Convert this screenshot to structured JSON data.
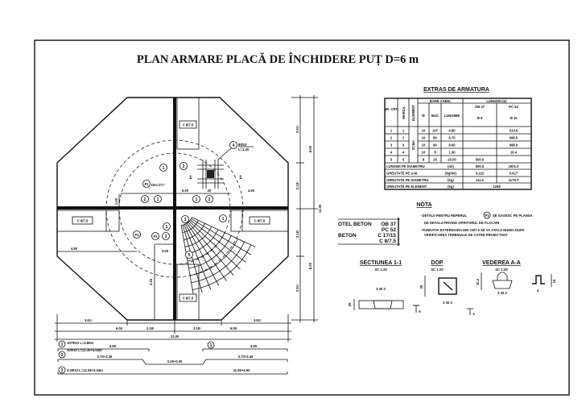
{
  "title": "PLAN ARMARE PLACĂ DE ÎNCHIDERE PUȚ D=6 m",
  "extras": {
    "heading": "EXTRAS DE ARMATURA",
    "headers": {
      "nr_crt": "NR. CRT.",
      "marca": "MARCA",
      "element": "ELEMENT",
      "bare_asem": "BARE ASEM.",
      "diam": "Φ",
      "buc": "BUC",
      "lungime": "LUNGIME",
      "lungimi": "LUNGIMI (m)",
      "ob37": "OB 37",
      "pc52": "PC 52",
      "ob37_d": "Φ 8",
      "pc52_d": "Φ 10"
    },
    "element_value": "D=6m",
    "rows": [
      {
        "nr": "1",
        "marca": "1",
        "diam": "10",
        "buc": "107",
        "lungime": "4.80",
        "ob37": "",
        "pc52": "513.6"
      },
      {
        "nr": "2",
        "marca": "2",
        "diam": "10",
        "buc": "80",
        "lungime": "8.70",
        "ob37": "",
        "pc52": "696.0"
      },
      {
        "nr": "3",
        "marca": "3",
        "diam": "10",
        "buc": "80",
        "lungime": "8.60",
        "ob37": "",
        "pc52": "688.0"
      },
      {
        "nr": "4",
        "marca": "4",
        "diam": "10",
        "buc": "8",
        "lungime": "1.30",
        "ob37": "",
        "pc52": "10.4"
      },
      {
        "nr": "5",
        "marca": "5",
        "diam": "8",
        "buc": "25",
        "lungime": "20.00",
        "ob37": "500.0",
        "pc52": ""
      }
    ],
    "totals": [
      {
        "label": "LUNGIMI PE DIAMETRU",
        "unit": "(ml)",
        "ob37": "500.0",
        "pc52": "1901.0"
      },
      {
        "label": "GREUTATE PE U.M.",
        "unit": "(kg/ml)",
        "ob37": "0.222",
        "pc52": "0.617"
      },
      {
        "label": "GREUTATE PE DIAMETRU",
        "unit": "(kg)",
        "ob37": "111.0",
        "pc52": "1176.7"
      },
      {
        "label": "GREUTATE PE ELEMENT",
        "unit": "(kg)",
        "total": "1288"
      }
    ]
  },
  "materials": {
    "otel_label": "OTEL BETON",
    "otel_1": "OB 37",
    "otel_2": "PC 52",
    "beton_label": "BETON",
    "beton_1": "C 17/15",
    "beton_2": "C 8/7.5"
  },
  "nota": {
    "heading": "NOTA",
    "line1a": "- DETALII PENTRU REPERUL",
    "line1_ref": "P1",
    "line1b": "SE GASESC PE PLANSA",
    "line2": "DE DETALII PRIVIND OPRITORUL DE FLACARI",
    "line3": "- FUNDATIA EXTERIOARA DIN C8/7.5 SE VA ATACA NUMAI DUPA",
    "line4": "VERIFICAREA TERENULUI DE CATRE PROIECTANT"
  },
  "sections": {
    "s1_title": "SECTIUNEA 1-1",
    "s1_scale": "SC 1:20",
    "s1_dims": "3  30  2",
    "s1_height": "25",
    "dop_title": "DOP",
    "dop_scale": "SC 1:20",
    "dop_dims": "3  30  2",
    "dop_height": "35",
    "va_title": "VEDEREA A-A",
    "va_scale": "SC 1:20",
    "va_dims": "3  30  2",
    "va_height": "10.2",
    "va_detail": "4",
    "va_h2": "15",
    "section_mark": "A"
  },
  "plan": {
    "beton_block": "C 8/7.5",
    "markers": [
      "1",
      "2",
      "P1",
      "2",
      "1",
      "1",
      "2",
      "3",
      "1",
      "2",
      "P1",
      "P1",
      "1",
      "5",
      "4"
    ],
    "p1_note": "Dm=2½\"",
    "bar4_note": "8Φ10",
    "bar4_len": "L=1.30",
    "dim_600": "6.00",
    "dim_490a": "4.90",
    "dim_20": "20",
    "dim_490b": "4.90",
    "dim_300": "3.00",
    "dim_325": "3.25",
    "dim_100": "1.00",
    "section_mark": "1",
    "right_dims": [
      "3.91⁵",
      "6.00",
      "2.18⁵",
      "12.00",
      "2.18⁵",
      "6.00",
      "3.91⁵"
    ],
    "bottom_dims": [
      "3.91⁵",
      "2.18⁵",
      "2.18⁵",
      "3.91⁵",
      "6.00",
      "6.00",
      "12.00"
    ]
  },
  "bars": {
    "b1_label": "107Φ10  L=4.80m",
    "b1_left": "4.50",
    "b1_right": "4.50",
    "b2_label": "10Φ10  L=12.30+5.04m",
    "b2_left": "3.70+2.45",
    "b2_mid": "3.29+0.00",
    "b2_right": "3.70+2.45",
    "b3_label": "4.0Φ10  L=12.08+5.04m",
    "b3_right": "11.95+4.90",
    "n1": "1",
    "n2": "2",
    "n3": "3",
    "h1": "15"
  }
}
